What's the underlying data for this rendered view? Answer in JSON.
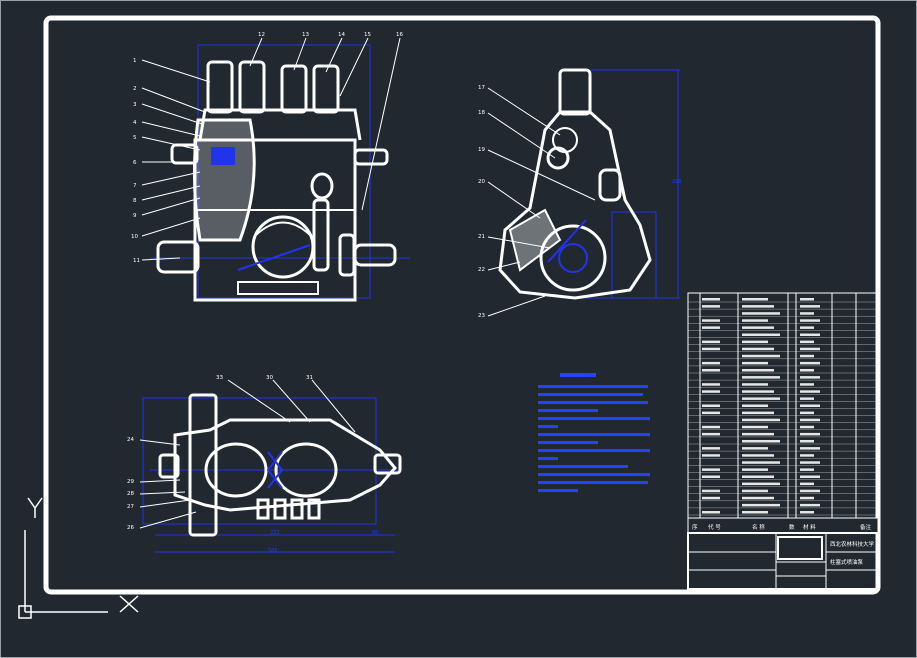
{
  "colors": {
    "background": "#212830",
    "drawing_lines": "#ffffff",
    "dimension_lines": "#2233ee",
    "sheet_frame": "#ffffff"
  },
  "callouts_front": [
    "1",
    "2",
    "3",
    "4",
    "5",
    "6",
    "7",
    "8",
    "9",
    "10",
    "11"
  ],
  "callouts_front_top": [
    "12",
    "13",
    "14",
    "15",
    "16"
  ],
  "callouts_side": [
    "17",
    "18",
    "19",
    "20",
    "21",
    "22",
    "23"
  ],
  "callouts_bottom_top": [
    "33",
    "30",
    "31"
  ],
  "callouts_bottom_left": [
    "24",
    "29",
    "28",
    "27",
    "26"
  ],
  "bottom_dims": [
    "222",
    "66",
    "588"
  ],
  "side_dim": "218",
  "cad_ucs": {
    "x_label": "X",
    "y_label": "Y"
  },
  "title_block": {
    "headers": [
      "序",
      "代 号",
      "名 称",
      "数",
      "材 料",
      "备注"
    ],
    "school": "西北农林科技大学",
    "drawing_name": "柱塞式喷油泵"
  }
}
